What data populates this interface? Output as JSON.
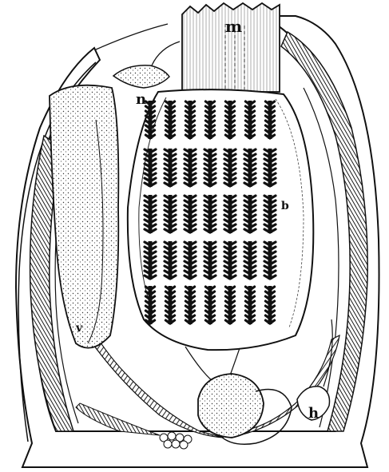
{
  "figure": {
    "labels": {
      "m": "m",
      "n": "n",
      "b": "b",
      "v": "v",
      "h": "h"
    }
  },
  "colors": {
    "ink": "#111111",
    "paper": "#ffffff",
    "hatch": "#3a3a3a"
  }
}
